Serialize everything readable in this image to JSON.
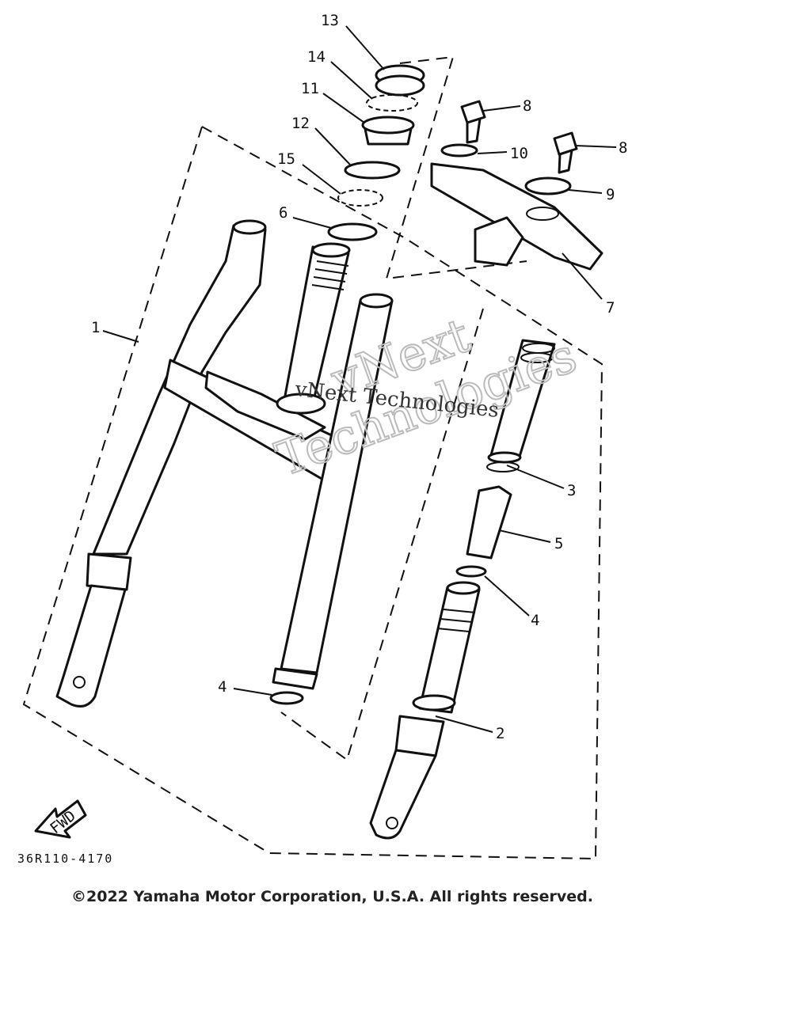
{
  "diagram": {
    "callouts": [
      "13",
      "14",
      "11",
      "12",
      "15",
      "6",
      "8",
      "10",
      "8",
      "9",
      "7",
      "1",
      "3",
      "5",
      "4",
      "2",
      "4"
    ],
    "fwd_label": "FWD",
    "drawing_code": "36R110-4170",
    "watermark": {
      "line1": "vNext",
      "line2": "Technologies",
      "overlay": "vNext Technologies"
    }
  },
  "footer": {
    "copyright": "©2022 Yamaha Motor Corporation, U.S.A. All rights reserved."
  }
}
